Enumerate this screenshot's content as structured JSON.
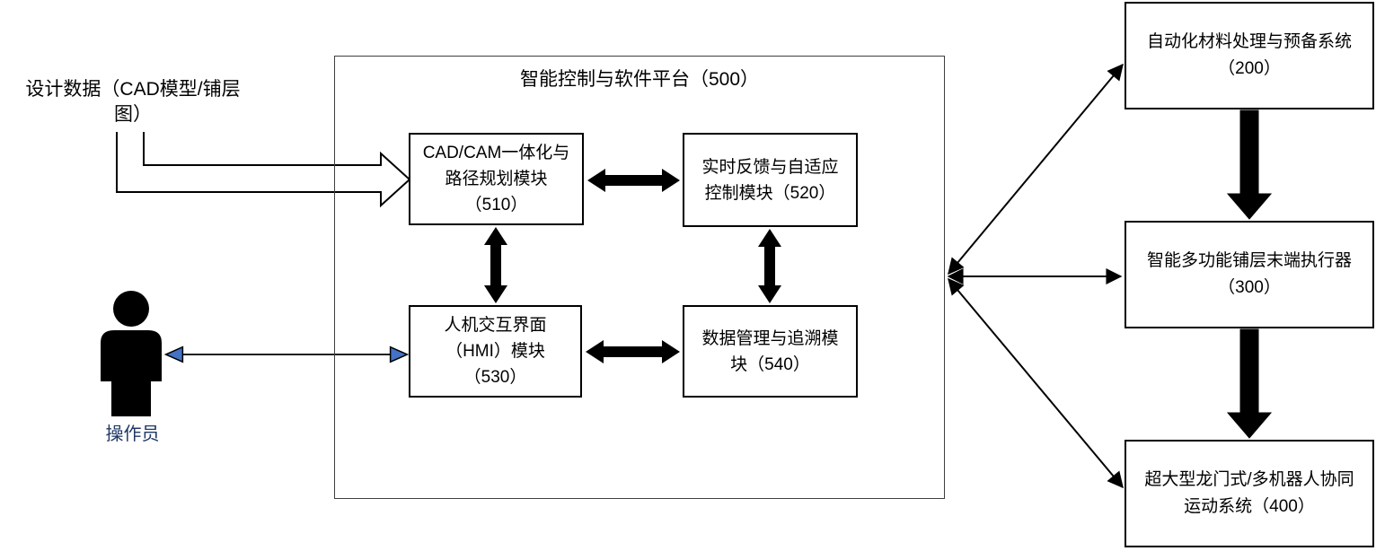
{
  "left_side": {
    "design_data_label": "设计数据（CAD模型/铺层\n图）",
    "operator_label": "操作员"
  },
  "platform": {
    "title": "智能控制与软件平台（500）",
    "modules": [
      {
        "id": "510",
        "label": "CAD/CAM一体化与\n路径规划模块\n（510）"
      },
      {
        "id": "520",
        "label": "实时反馈与自适应\n控制模块（520）"
      },
      {
        "id": "530",
        "label": "人机交互界面\n（HMI）模块\n（530）"
      },
      {
        "id": "540",
        "label": "数据管理与追溯模\n块（540）"
      }
    ]
  },
  "systems": [
    {
      "id": "200",
      "label": "自动化材料处理与预备系统\n（200）"
    },
    {
      "id": "300",
      "label": "智能多功能铺层末端执行器\n（300）"
    },
    {
      "id": "400",
      "label": "超大型龙门式/多机器人协同\n运动系统（400）"
    }
  ],
  "colors": {
    "arrowhead_blue": "#4472C4",
    "operator_label_blue": "#1F3864",
    "line_black": "#000000"
  }
}
